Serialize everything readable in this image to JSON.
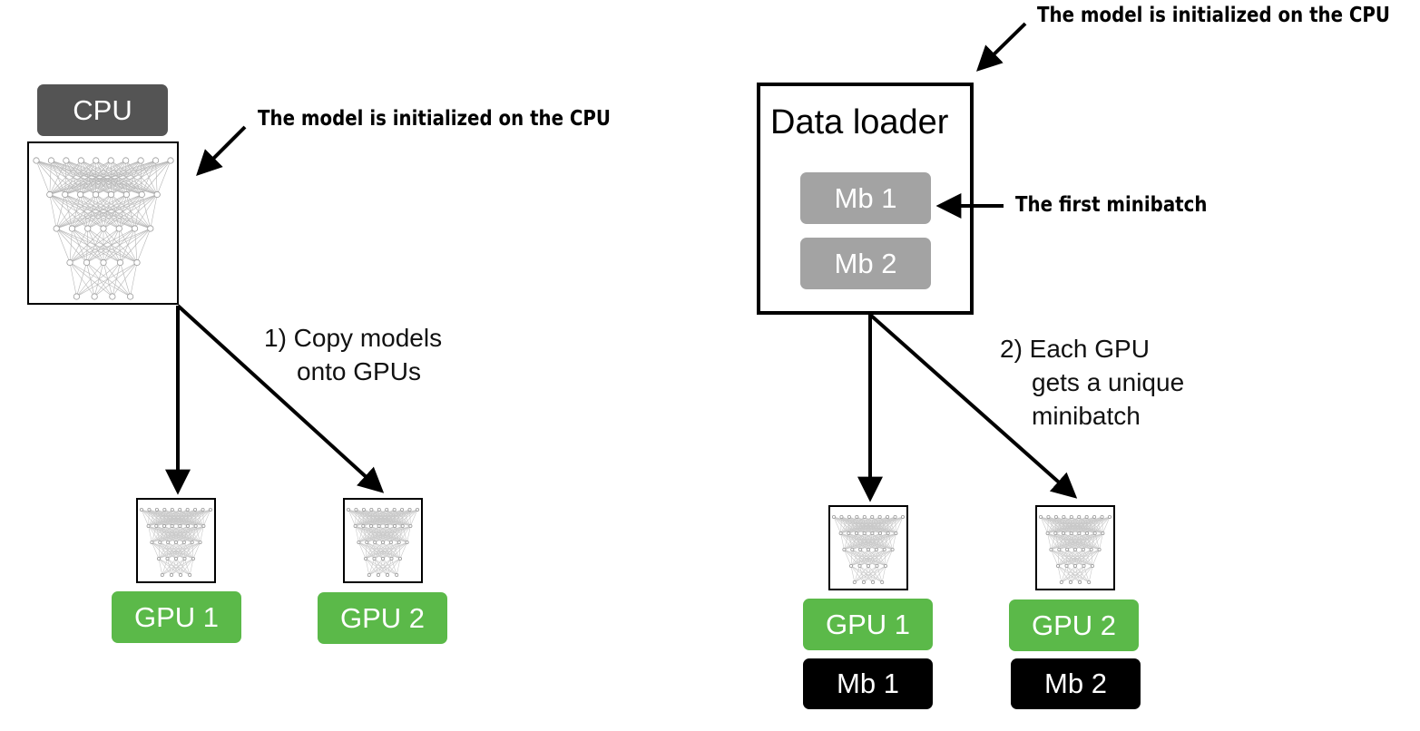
{
  "left_panel": {
    "cpu_label": "CPU",
    "init_annotation": "The model is initialized on the CPU",
    "step_text_line1": "1) Copy models",
    "step_text_line2": "onto GPUs",
    "gpus": [
      {
        "label": "GPU 1"
      },
      {
        "label": "GPU 2"
      }
    ]
  },
  "right_panel": {
    "init_annotation": "The model is initialized on the CPU",
    "loader_title": "Data loader",
    "minibatches": [
      {
        "label": "Mb 1"
      },
      {
        "label": "Mb 2"
      }
    ],
    "first_minibatch_annotation": "The first minibatch",
    "step_text_line1": "2) Each GPU",
    "step_text_line2": "gets a unique",
    "step_text_line3": "minibatch",
    "gpus": [
      {
        "label": "GPU 1",
        "minibatch": "Mb 1"
      },
      {
        "label": "GPU 2",
        "minibatch": "Mb 2"
      }
    ]
  },
  "colors": {
    "cpu": "#545454",
    "gpu": "#5bb949",
    "minibatch_grey": "#a3a3a3",
    "minibatch_black": "#000000"
  }
}
